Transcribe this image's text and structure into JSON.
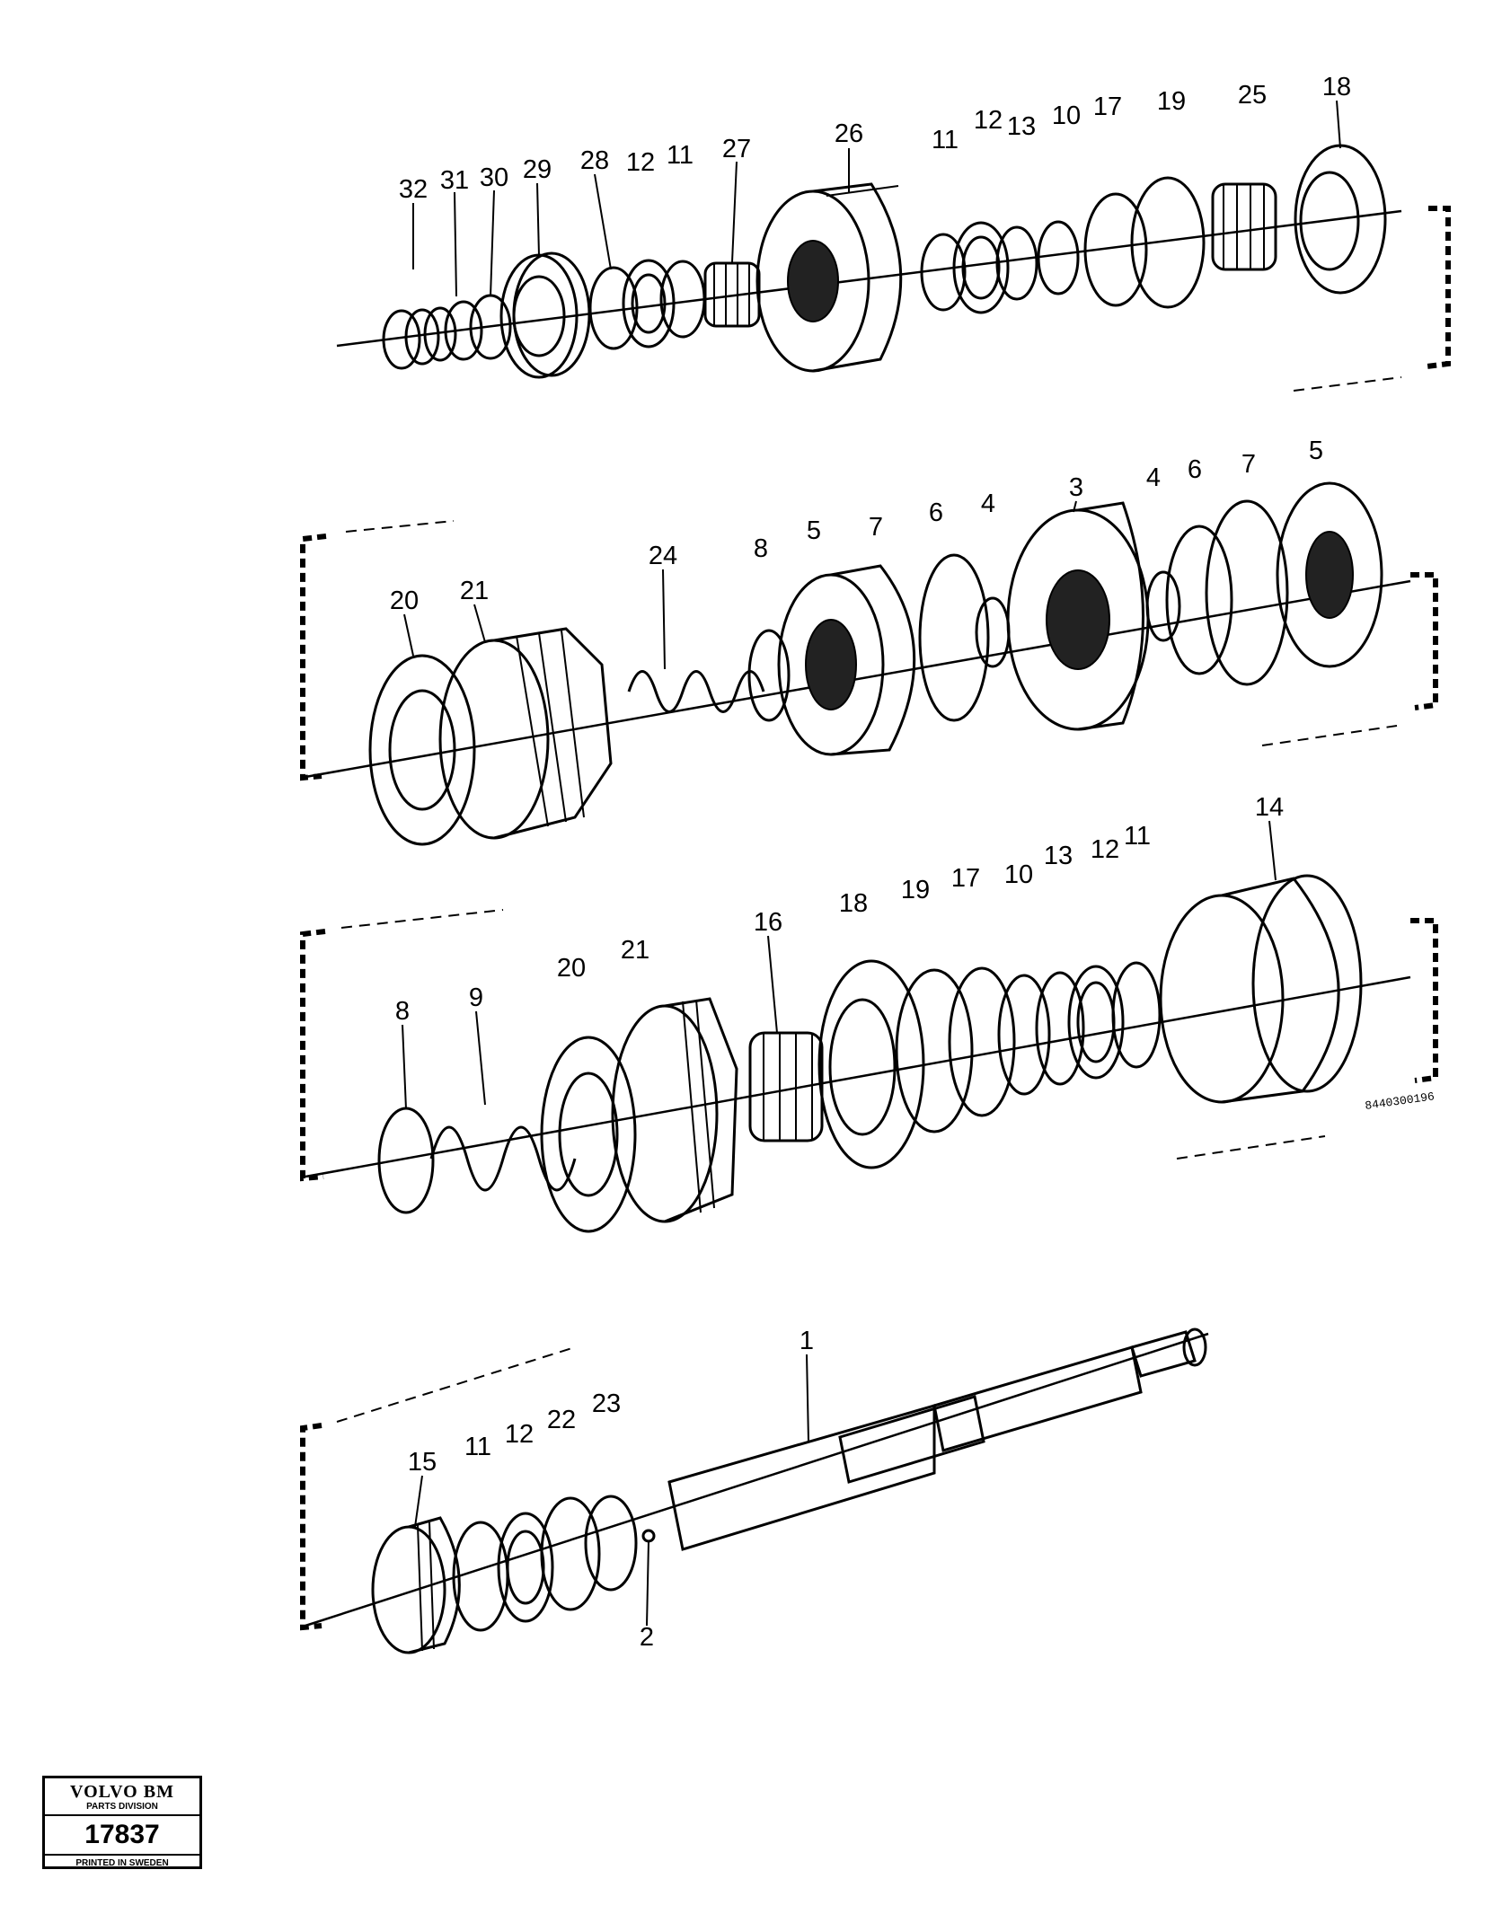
{
  "diagram": {
    "labels_row1": [
      "32",
      "31",
      "30",
      "29",
      "28",
      "12",
      "11",
      "27",
      "26",
      "11",
      "12",
      "13",
      "10",
      "17",
      "19",
      "25",
      "18"
    ],
    "labels_row2": [
      "20",
      "21",
      "24",
      "8",
      "5",
      "7",
      "6",
      "4",
      "3",
      "4",
      "6",
      "7",
      "5"
    ],
    "labels_row3": [
      "8",
      "9",
      "20",
      "21",
      "16",
      "18",
      "19",
      "17",
      "10",
      "13",
      "12",
      "11",
      "14"
    ],
    "labels_row4": [
      "15",
      "11",
      "12",
      "22",
      "23",
      "1",
      "2"
    ],
    "drawing_ref": "8440300196"
  },
  "stamp": {
    "brand": "VOLVO BM",
    "division": "PARTS DIVISION",
    "number": "17837",
    "printed": "PRINTED IN SWEDEN"
  }
}
